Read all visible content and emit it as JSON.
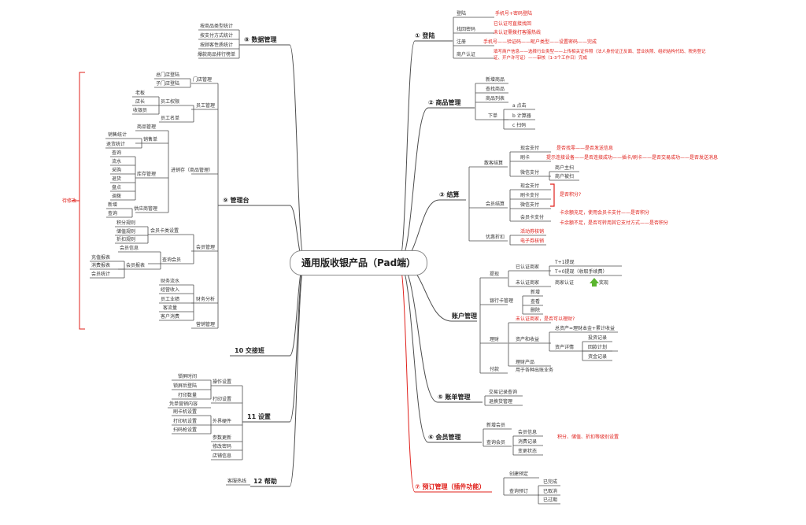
{
  "center": "通用版收银产品（Pad端）",
  "main": {
    "login": "① 登陆",
    "goods": "② 商品管理",
    "checkout": "③ 结算",
    "account": "账户管理",
    "bill": "⑤ 账单管理",
    "member": "⑥ 会员管理",
    "booking": "⑦ 预订管理（插件功能）",
    "data": "⑧ 数据管理",
    "console": "⑨ 管理台",
    "shift": "10 交接班",
    "settings": "11 设置",
    "help": "12 帮助"
  },
  "login": {
    "login": "登陆",
    "login_phone": "手机号+密码登陆",
    "retrieve": "找回密码",
    "retrieve_certified": "已认证可直接找回",
    "retrieve_uncertified": "未认证需拨打客服热线",
    "register": "注册",
    "register_flow": "手机号——验证码——昵户类型——设置密码——完成",
    "cert": "商户认证",
    "cert_flow_1": "填写商户信息——选择行业类型——上传相关证件照（法人身份证正反面、营业执照、组织结构代码、税务登记",
    "cert_flow_2": "证、开户许可证）——审核（1-3个工作日）完成"
  },
  "goods": {
    "new": "新增商品",
    "search": "查找商品",
    "list": "商品列表",
    "order": "下单",
    "tap": "a 点击",
    "calc": "b 计算器",
    "scan": "c 扫码"
  },
  "checkout": {
    "guest": "散客结算",
    "cash": "现金支付",
    "cash_desc": "是否找零——是否发送信息",
    "card": "刷卡",
    "card_desc": "提示连接设备——是否连接成功——插卡/刷卡——是否交易成功——是否发送消息",
    "wechat": "微信支付",
    "merchant_scan": "商户主扫",
    "customer_scan": "商户被扫",
    "member": "会员结算",
    "m_cash": "现金支付",
    "m_card": "刷卡支付",
    "m_wechat": "微信支付",
    "points_q": "是否积分?",
    "member_card_pay": "会员卡支付",
    "mcp_enough": "卡余额充足，使用会员卡支付——是否积分",
    "mcp_short": "卡余额不足，是否可转用其它支付方式——是否积分",
    "discount": "优惠折扣",
    "activity": "活动券核销",
    "ecoupon": "电子券核销"
  },
  "account": {
    "withdraw": "提现",
    "certified": "已认证商家",
    "t1": "T+1提现",
    "t0": "T+0提现（收取手续费）",
    "uncertified": "未认证商家",
    "merchant_cert": "商家认证",
    "reward": "奖现",
    "bankcard": "银行卡管理",
    "add": "新增",
    "view": "查看",
    "delete": "删除",
    "finance": "理财",
    "finance_q": "未认证商家，是否可以理财?",
    "asset": "资产和收益",
    "total_asset": "总资产=理财本金+累计收益",
    "asset_detail": "资产详情",
    "invest": "投资记录",
    "repay": "回款计划",
    "fund": "资金记录",
    "products": "理财产品",
    "pay": "付款",
    "pay_desc": "用于各种出账业务"
  },
  "bill": {
    "query": "交易记录查询",
    "refund": "退换货管理"
  },
  "member": {
    "add": "新增会员",
    "query": "查询会员",
    "info": "会员信息",
    "consume": "消费记录",
    "change": "变更状态",
    "note": "积分、储值、折扣等级别设置"
  },
  "booking": {
    "create": "创建预定",
    "query": "查询预订",
    "done": "已完成",
    "cancelled": "已取消",
    "expired": "已过期"
  },
  "data": {
    "by_category": "按商品类型统计",
    "by_payment": "按支付方式统计",
    "by_client": "按顾客性质统计",
    "hot_rank": "爆款商品排行榜单"
  },
  "console": {
    "bracket_note": "待修改",
    "store": "门店管理",
    "store_main": "总门店登陆",
    "store_sub": "子门店登陆",
    "staff": "员工管理",
    "perm": "员工权限",
    "boss": "老板",
    "manager": "店长",
    "cashier": "收银员",
    "staff_list": "员工名单",
    "inv": "进销存（商品管理）",
    "goods_mgmt": "商品管理",
    "sales": "销售单",
    "sales_stat": "销售统计",
    "return_stat": "退货统计",
    "stock": "库存管理",
    "s_query": "查询",
    "s_flow": "流水",
    "s_purchase": "采购",
    "s_return": "退货",
    "s_check": "盘点",
    "s_transfer": "调拨",
    "supplier": "供应商管理",
    "sup_add": "新增",
    "sup_query": "查询",
    "mem": "会员管理",
    "card_type": "会员卡类设置",
    "points_rule": "积分规则",
    "stored_rule": "储值规则",
    "discount_rule": "折扣规则",
    "mem_info": "会员信息",
    "query_member": "查询会员",
    "mem_report": "会员报表",
    "recharge": "充值报表",
    "consume_rep": "消费报表",
    "mem_stat": "会员统计",
    "finance": "财务分析",
    "fin_flow": "财务流水",
    "income": "经营收入",
    "perf": "员工业绩",
    "flow_cust": "客流量",
    "cust_spend": "客户消费",
    "marketing": "营销管理"
  },
  "settings": {
    "op": "操作设置",
    "lock_time": "锁屏时间",
    "lock_pwd": "锁屏后登陆",
    "print_count": "打印数量",
    "print": "打印设置",
    "voucher": "凭单营销内容",
    "hw": "外界硬件",
    "card_dev": "刷卡机设置",
    "printer": "打印机设置",
    "scanner": "扫码枪设置",
    "update": "参数更新",
    "pwd": "修改密码",
    "shop": "店铺信息"
  },
  "help": {
    "hotline": "客服热线"
  },
  "colors": {
    "line": "#4d4d4d",
    "red": "#e0201b",
    "green": "#5bb52f"
  }
}
